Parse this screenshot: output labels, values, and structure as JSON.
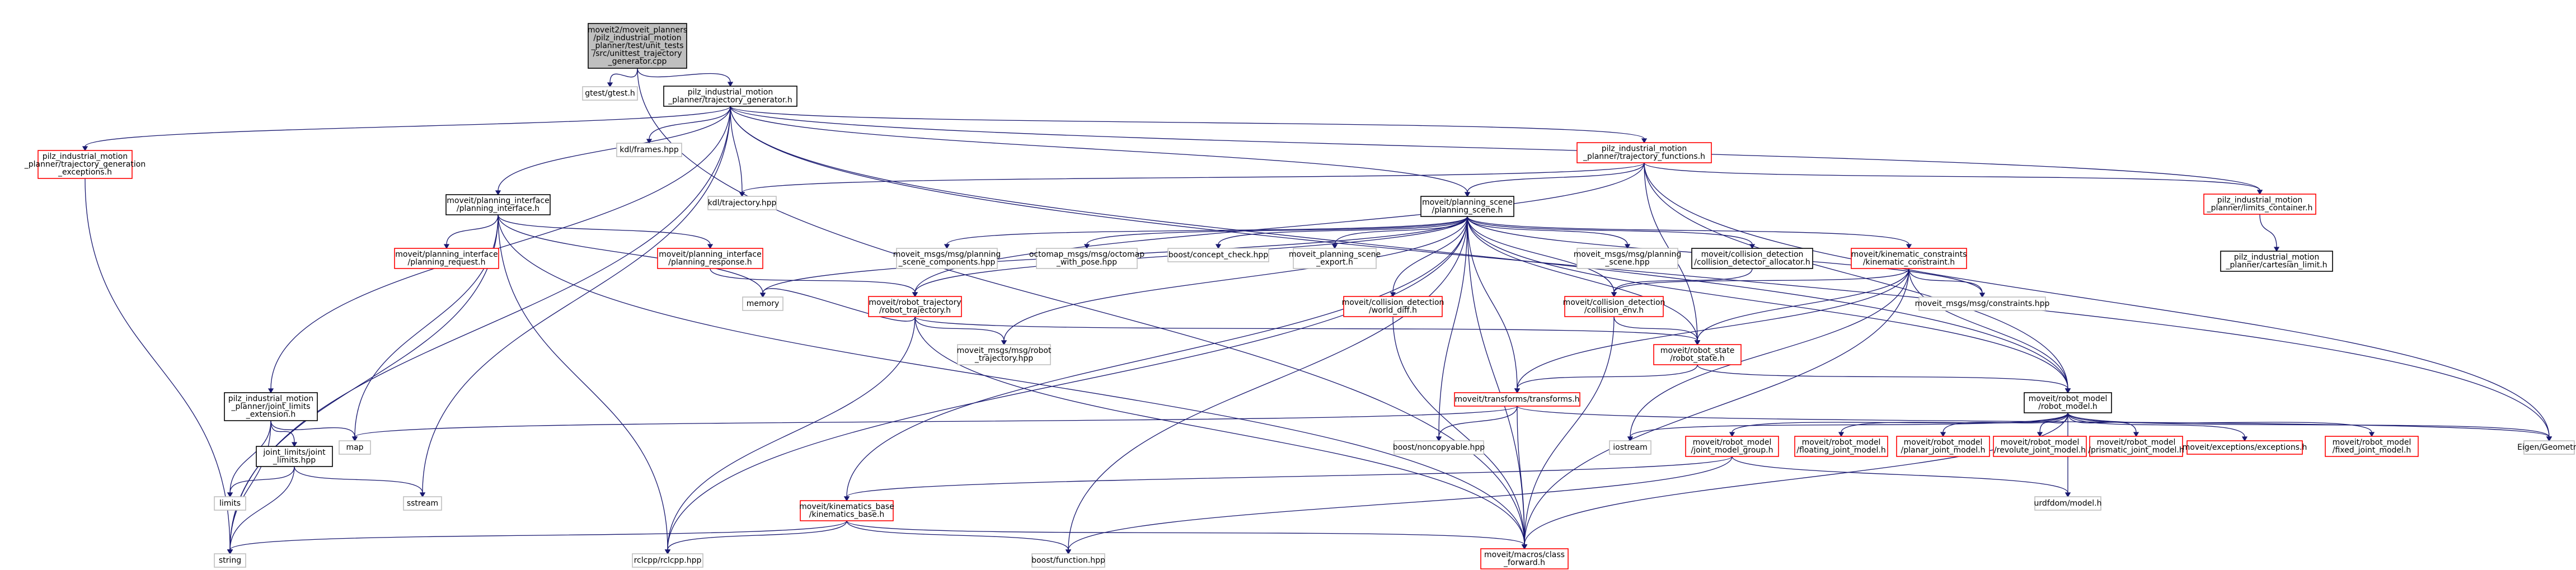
{
  "colors": {
    "edge": "#191970",
    "root_fill": "#bfbfbf",
    "normal_border": "#000000",
    "linked_border": "#ff0000",
    "external_border": "#bfbfbf",
    "node_fill": "#ffffff"
  },
  "nodes": [
    {
      "id": "root",
      "lines": [
        "moveit2/moveit_planners",
        "/pilz_industrial_motion",
        "_planner/test/unit_tests",
        "/src/unittest_trajectory",
        "_generator.cpp"
      ],
      "style": "root"
    },
    {
      "id": "gtest",
      "lines": [
        "gtest/gtest.h"
      ],
      "style": "external"
    },
    {
      "id": "traj_gen",
      "lines": [
        "pilz_industrial_motion",
        "_planner/trajectory_generator.h"
      ],
      "style": "normal"
    },
    {
      "id": "traj_gen_exc",
      "lines": [
        "pilz_industrial_motion",
        "_planner/trajectory_generation",
        "_exceptions.h"
      ],
      "style": "linked"
    },
    {
      "id": "kdl_frames",
      "lines": [
        "kdl/frames.hpp"
      ],
      "style": "external"
    },
    {
      "id": "traj_func",
      "lines": [
        "pilz_industrial_motion",
        "_planner/trajectory_functions.h"
      ],
      "style": "linked"
    },
    {
      "id": "limits_container",
      "lines": [
        "pilz_industrial_motion",
        "_planner/limits_container.h"
      ],
      "style": "linked"
    },
    {
      "id": "cartesian_limit",
      "lines": [
        "pilz_industrial_motion",
        "_planner/cartesian_limit.h"
      ],
      "style": "normal"
    },
    {
      "id": "kdl_traj",
      "lines": [
        "kdl/trajectory.hpp"
      ],
      "style": "external"
    },
    {
      "id": "planning_iface",
      "lines": [
        "moveit/planning_interface",
        "/planning_interface.h"
      ],
      "style": "normal"
    },
    {
      "id": "planning_request",
      "lines": [
        "moveit/planning_interface",
        "/planning_request.h"
      ],
      "style": "linked"
    },
    {
      "id": "planning_response",
      "lines": [
        "moveit/planning_interface",
        "/planning_response.h"
      ],
      "style": "linked"
    },
    {
      "id": "planning_scene",
      "lines": [
        "moveit/planning_scene",
        "/planning_scene.h"
      ],
      "style": "normal"
    },
    {
      "id": "msg_ps_components",
      "lines": [
        "moveit_msgs/msg/planning",
        "_scene_components.hpp"
      ],
      "style": "external"
    },
    {
      "id": "octomap",
      "lines": [
        "octomap_msgs/msg/octomap",
        "_with_pose.hpp"
      ],
      "style": "external"
    },
    {
      "id": "concept_check",
      "lines": [
        "boost/concept_check.hpp"
      ],
      "style": "external"
    },
    {
      "id": "ps_export",
      "lines": [
        "moveit_planning_scene",
        "_export.h"
      ],
      "style": "external"
    },
    {
      "id": "msg_ps",
      "lines": [
        "moveit_msgs/msg/planning",
        "_scene.hpp"
      ],
      "style": "external"
    },
    {
      "id": "cd_allocator",
      "lines": [
        "moveit/collision_detection",
        "/collision_detector_allocator.h"
      ],
      "style": "normal"
    },
    {
      "id": "kin_constraint",
      "lines": [
        "moveit/kinematic_constraints",
        "/kinematic_constraint.h"
      ],
      "style": "linked"
    },
    {
      "id": "msg_constraints",
      "lines": [
        "moveit_msgs/msg/constraints.hpp"
      ],
      "style": "external"
    },
    {
      "id": "robot_trajectory",
      "lines": [
        "moveit/robot_trajectory",
        "/robot_trajectory.h"
      ],
      "style": "linked"
    },
    {
      "id": "memory",
      "lines": [
        "memory"
      ],
      "style": "external"
    },
    {
      "id": "msg_robot_traj",
      "lines": [
        "moveit_msgs/msg/robot",
        "_trajectory.hpp"
      ],
      "style": "external"
    },
    {
      "id": "world_diff",
      "lines": [
        "moveit/collision_detection",
        "/world_diff.h"
      ],
      "style": "linked"
    },
    {
      "id": "collision_env",
      "lines": [
        "moveit/collision_detection",
        "/collision_env.h"
      ],
      "style": "linked"
    },
    {
      "id": "robot_state",
      "lines": [
        "moveit/robot_state",
        "/robot_state.h"
      ],
      "style": "linked"
    },
    {
      "id": "transforms",
      "lines": [
        "moveit/transforms/transforms.h"
      ],
      "style": "linked"
    },
    {
      "id": "noncopyable",
      "lines": [
        "boost/noncopyable.hpp"
      ],
      "style": "external"
    },
    {
      "id": "robot_model",
      "lines": [
        "moveit/robot_model",
        "/robot_model.h"
      ],
      "style": "normal"
    },
    {
      "id": "jlimits_ext",
      "lines": [
        "pilz_industrial_motion",
        "_planner/joint_limits",
        "_extension.h"
      ],
      "style": "normal"
    },
    {
      "id": "jlimits",
      "lines": [
        "joint_limits/joint",
        "_limits.hpp"
      ],
      "style": "normal"
    },
    {
      "id": "map",
      "lines": [
        "map"
      ],
      "style": "external"
    },
    {
      "id": "limits",
      "lines": [
        "limits"
      ],
      "style": "external"
    },
    {
      "id": "sstream",
      "lines": [
        "sstream"
      ],
      "style": "external"
    },
    {
      "id": "string",
      "lines": [
        "string"
      ],
      "style": "external"
    },
    {
      "id": "kin_base",
      "lines": [
        "moveit/kinematics_base",
        "/kinematics_base.h"
      ],
      "style": "linked"
    },
    {
      "id": "rclcpp",
      "lines": [
        "rclcpp/rclcpp.hpp"
      ],
      "style": "external"
    },
    {
      "id": "boost_function",
      "lines": [
        "boost/function.hpp"
      ],
      "style": "external"
    },
    {
      "id": "class_forward",
      "lines": [
        "moveit/macros/class",
        "_forward.h"
      ],
      "style": "linked"
    },
    {
      "id": "iostream",
      "lines": [
        "iostream"
      ],
      "style": "external"
    },
    {
      "id": "jmg",
      "lines": [
        "moveit/robot_model",
        "/joint_model_group.h"
      ],
      "style": "linked"
    },
    {
      "id": "floating_jm",
      "lines": [
        "moveit/robot_model",
        "/floating_joint_model.h"
      ],
      "style": "linked"
    },
    {
      "id": "planar_jm",
      "lines": [
        "moveit/robot_model",
        "/planar_joint_model.h"
      ],
      "style": "linked"
    },
    {
      "id": "revolute_jm",
      "lines": [
        "moveit/robot_model",
        "/revolute_joint_model.h"
      ],
      "style": "linked"
    },
    {
      "id": "prismatic_jm",
      "lines": [
        "moveit/robot_model",
        "/prismatic_joint_model.h"
      ],
      "style": "linked"
    },
    {
      "id": "exceptions",
      "lines": [
        "moveit/exceptions/exceptions.h"
      ],
      "style": "linked"
    },
    {
      "id": "fixed_jm",
      "lines": [
        "moveit/robot_model",
        "/fixed_joint_model.h"
      ],
      "style": "linked"
    },
    {
      "id": "eigen",
      "lines": [
        "Eigen/Geometry"
      ],
      "style": "external"
    },
    {
      "id": "urdfdom",
      "lines": [
        "urdfdom/model.h"
      ],
      "style": "external"
    }
  ],
  "edges": [
    [
      "root",
      "gtest"
    ],
    [
      "root",
      "traj_gen"
    ],
    [
      "root",
      "class_forward"
    ],
    [
      "traj_gen",
      "traj_gen_exc"
    ],
    [
      "traj_gen",
      "kdl_frames"
    ],
    [
      "traj_gen",
      "kdl_traj"
    ],
    [
      "traj_gen",
      "traj_func"
    ],
    [
      "traj_gen",
      "limits_container"
    ],
    [
      "traj_gen",
      "planning_iface"
    ],
    [
      "traj_gen",
      "planning_scene"
    ],
    [
      "traj_gen",
      "robot_model"
    ],
    [
      "traj_gen",
      "jlimits_ext"
    ],
    [
      "traj_gen",
      "string"
    ],
    [
      "traj_gen",
      "sstream"
    ],
    [
      "traj_gen",
      "eigen"
    ],
    [
      "traj_gen_exc",
      "string"
    ],
    [
      "traj_func",
      "kdl_traj"
    ],
    [
      "traj_func",
      "limits_container"
    ],
    [
      "traj_func",
      "planning_scene"
    ],
    [
      "traj_func",
      "robot_model"
    ],
    [
      "traj_func",
      "robot_state"
    ],
    [
      "traj_func",
      "robot_trajectory"
    ],
    [
      "traj_func",
      "eigen"
    ],
    [
      "limits_container",
      "cartesian_limit"
    ],
    [
      "planning_iface",
      "planning_request"
    ],
    [
      "planning_iface",
      "planning_response"
    ],
    [
      "planning_iface",
      "class_forward"
    ],
    [
      "planning_iface",
      "memory"
    ],
    [
      "planning_iface",
      "map"
    ],
    [
      "planning_iface",
      "string"
    ],
    [
      "planning_iface",
      "rclcpp"
    ],
    [
      "planning_response",
      "robot_trajectory"
    ],
    [
      "planning_scene",
      "msg_ps_components"
    ],
    [
      "planning_scene",
      "octomap"
    ],
    [
      "planning_scene",
      "concept_check"
    ],
    [
      "planning_scene",
      "ps_export"
    ],
    [
      "planning_scene",
      "msg_ps"
    ],
    [
      "planning_scene",
      "cd_allocator"
    ],
    [
      "planning_scene",
      "kin_constraint"
    ],
    [
      "planning_scene",
      "msg_constraints"
    ],
    [
      "planning_scene",
      "robot_trajectory"
    ],
    [
      "planning_scene",
      "memory"
    ],
    [
      "planning_scene",
      "msg_robot_traj"
    ],
    [
      "planning_scene",
      "world_diff"
    ],
    [
      "planning_scene",
      "collision_env"
    ],
    [
      "planning_scene",
      "robot_state"
    ],
    [
      "planning_scene",
      "transforms"
    ],
    [
      "planning_scene",
      "noncopyable"
    ],
    [
      "planning_scene",
      "robot_model"
    ],
    [
      "planning_scene",
      "kin_base"
    ],
    [
      "planning_scene",
      "rclcpp"
    ],
    [
      "planning_scene",
      "boost_function"
    ],
    [
      "planning_scene",
      "class_forward"
    ],
    [
      "cd_allocator",
      "collision_env"
    ],
    [
      "kin_constraint",
      "collision_env"
    ],
    [
      "kin_constraint",
      "msg_constraints"
    ],
    [
      "kin_constraint",
      "robot_state"
    ],
    [
      "kin_constraint",
      "robot_model"
    ],
    [
      "kin_constraint",
      "transforms"
    ],
    [
      "kin_constraint",
      "iostream"
    ],
    [
      "kin_constraint",
      "class_forward"
    ],
    [
      "robot_trajectory",
      "memory"
    ],
    [
      "robot_trajectory",
      "msg_robot_traj"
    ],
    [
      "robot_trajectory",
      "robot_state"
    ],
    [
      "robot_trajectory",
      "rclcpp"
    ],
    [
      "robot_trajectory",
      "class_forward"
    ],
    [
      "world_diff",
      "class_forward"
    ],
    [
      "collision_env",
      "robot_state"
    ],
    [
      "collision_env",
      "class_forward"
    ],
    [
      "robot_state",
      "transforms"
    ],
    [
      "robot_state",
      "robot_model"
    ],
    [
      "transforms",
      "map"
    ],
    [
      "transforms",
      "noncopyable"
    ],
    [
      "transforms",
      "eigen"
    ],
    [
      "transforms",
      "class_forward"
    ],
    [
      "robot_model",
      "iostream"
    ],
    [
      "robot_model",
      "jmg"
    ],
    [
      "robot_model",
      "floating_jm"
    ],
    [
      "robot_model",
      "planar_jm"
    ],
    [
      "robot_model",
      "revolute_jm"
    ],
    [
      "robot_model",
      "prismatic_jm"
    ],
    [
      "robot_model",
      "exceptions"
    ],
    [
      "robot_model",
      "fixed_jm"
    ],
    [
      "robot_model",
      "eigen"
    ],
    [
      "robot_model",
      "urdfdom"
    ],
    [
      "robot_model",
      "class_forward"
    ],
    [
      "jmg",
      "kin_base"
    ],
    [
      "jmg",
      "boost_function"
    ],
    [
      "jmg",
      "urdfdom"
    ],
    [
      "kin_base",
      "rclcpp"
    ],
    [
      "kin_base",
      "boost_function"
    ],
    [
      "kin_base",
      "string"
    ],
    [
      "kin_base",
      "class_forward"
    ],
    [
      "jlimits_ext",
      "jlimits"
    ],
    [
      "jlimits_ext",
      "map"
    ],
    [
      "jlimits_ext",
      "limits"
    ],
    [
      "jlimits_ext",
      "string"
    ],
    [
      "jlimits",
      "limits"
    ],
    [
      "jlimits",
      "sstream"
    ],
    [
      "jlimits",
      "string"
    ]
  ]
}
